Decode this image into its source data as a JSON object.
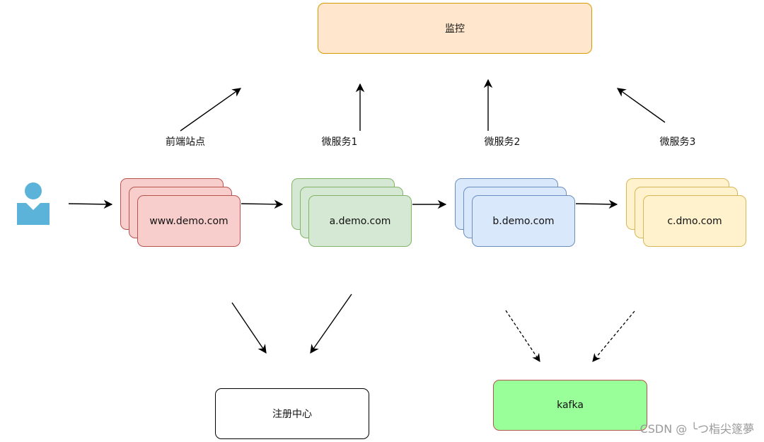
{
  "nodes": {
    "monitor": "监控",
    "www": "www.demo.com",
    "a": "a.demo.com",
    "b": "b.demo.com",
    "c": "c.dmo.com",
    "registry": "注册中心",
    "kafka": "kafka"
  },
  "edge_labels": {
    "frontend": "前端站点",
    "ms1": "微服务1",
    "ms2": "微服务2",
    "ms3": "微服务3"
  },
  "watermark": "CSDN @ ╰つ栺尖篴夢",
  "colors": {
    "monitor_fill": "#ffe6cc",
    "monitor_stroke": "#d79b00",
    "www_fill": "#f8cecc",
    "www_stroke": "#b85450",
    "a_fill": "#d5e8d4",
    "a_stroke": "#82b366",
    "b_fill": "#dae8fc",
    "b_stroke": "#6c8ebf",
    "c_fill": "#fff2cc",
    "c_stroke": "#d6b656",
    "registry_fill": "#ffffff",
    "registry_stroke": "#000000",
    "kafka_fill": "#99ff99",
    "kafka_stroke": "#b85450",
    "user_color": "#5cb3d9"
  }
}
